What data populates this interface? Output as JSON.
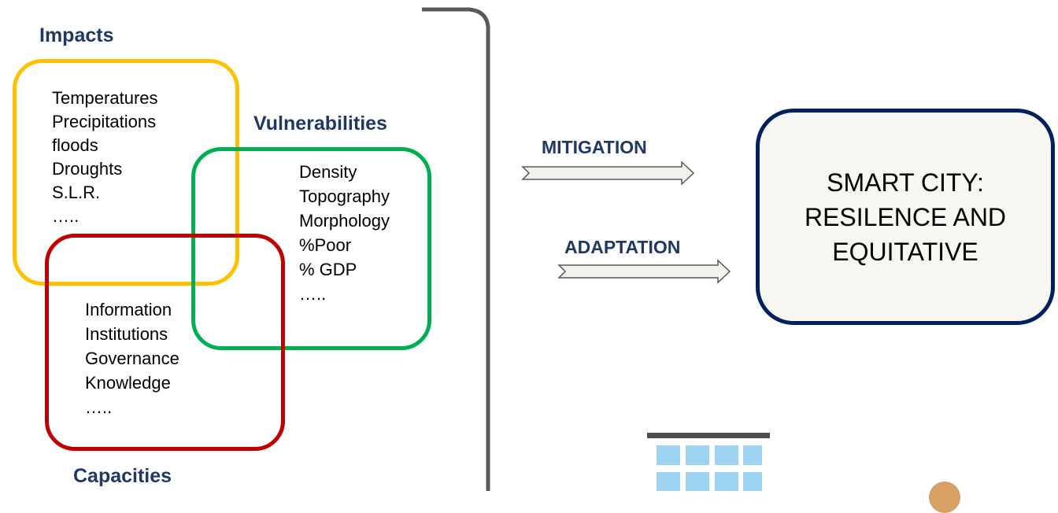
{
  "impacts": {
    "heading": "Impacts",
    "items": [
      "Temperatures",
      "Precipitations",
      "floods",
      "Droughts",
      "S.L.R.",
      "….."
    ]
  },
  "vulnerabilities": {
    "heading": "Vulnerabilities",
    "items": [
      "Density",
      "Topography",
      "Morphology",
      "%Poor",
      "% GDP",
      "….."
    ]
  },
  "capacities": {
    "heading": "Capacities",
    "items": [
      "Information",
      "Institutions",
      "Governance",
      "Knowledge",
      "….."
    ]
  },
  "arrows": {
    "mitigation": "MITIGATION",
    "adaptation": "ADAPTATION"
  },
  "goal": {
    "lines": [
      "SMART CITY:",
      "RESILENCE AND",
      "EQUITATIVE"
    ]
  },
  "colors": {
    "impacts_border": "#ffc000",
    "vulnerabilities_border": "#00b050",
    "capacities_border": "#c00000",
    "heading_text": "#1f3864",
    "goal_border": "#002060",
    "bracket": "#595959"
  },
  "icons": {
    "bracket": "right-bracket-icon",
    "arrow": "outline-right-arrow-icon",
    "building": "building-icon",
    "person": "person-icon"
  }
}
